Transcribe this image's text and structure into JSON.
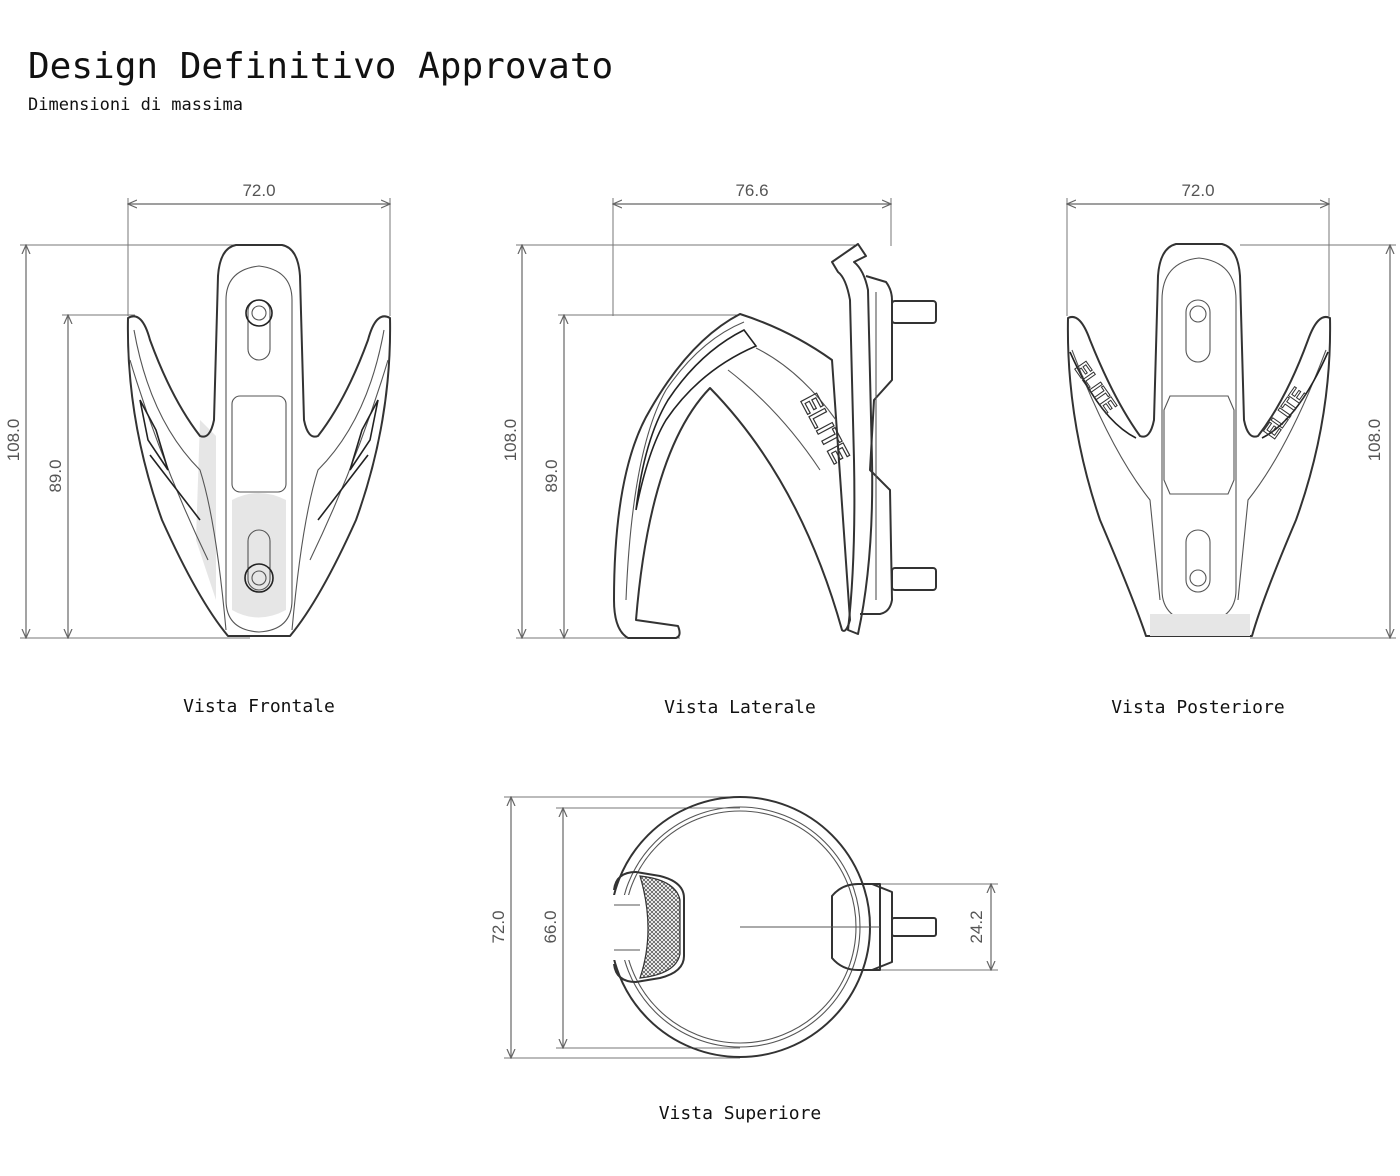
{
  "header": {
    "title": "Design Definitivo Approvato",
    "subtitle": "Dimensioni di massima"
  },
  "views": {
    "front": {
      "caption": "Vista Frontale",
      "dims": {
        "width": "72.0",
        "height": "108.0",
        "height_inner": "89.0"
      }
    },
    "side": {
      "caption": "Vista Laterale",
      "dims": {
        "width": "76.6",
        "height": "108.0",
        "height_inner": "89.0"
      },
      "brand": "ELITE"
    },
    "rear": {
      "caption": "Vista Posteriore",
      "dims": {
        "width": "72.0",
        "height": "108.0"
      },
      "brand": "ELITE"
    },
    "top": {
      "caption": "Vista Superiore",
      "dims": {
        "outer": "72.0",
        "inner": "66.0",
        "mount": "24.2"
      }
    }
  },
  "colors": {
    "line": "#333333",
    "dimension": "#666666",
    "shade": "#e6e6e6"
  }
}
